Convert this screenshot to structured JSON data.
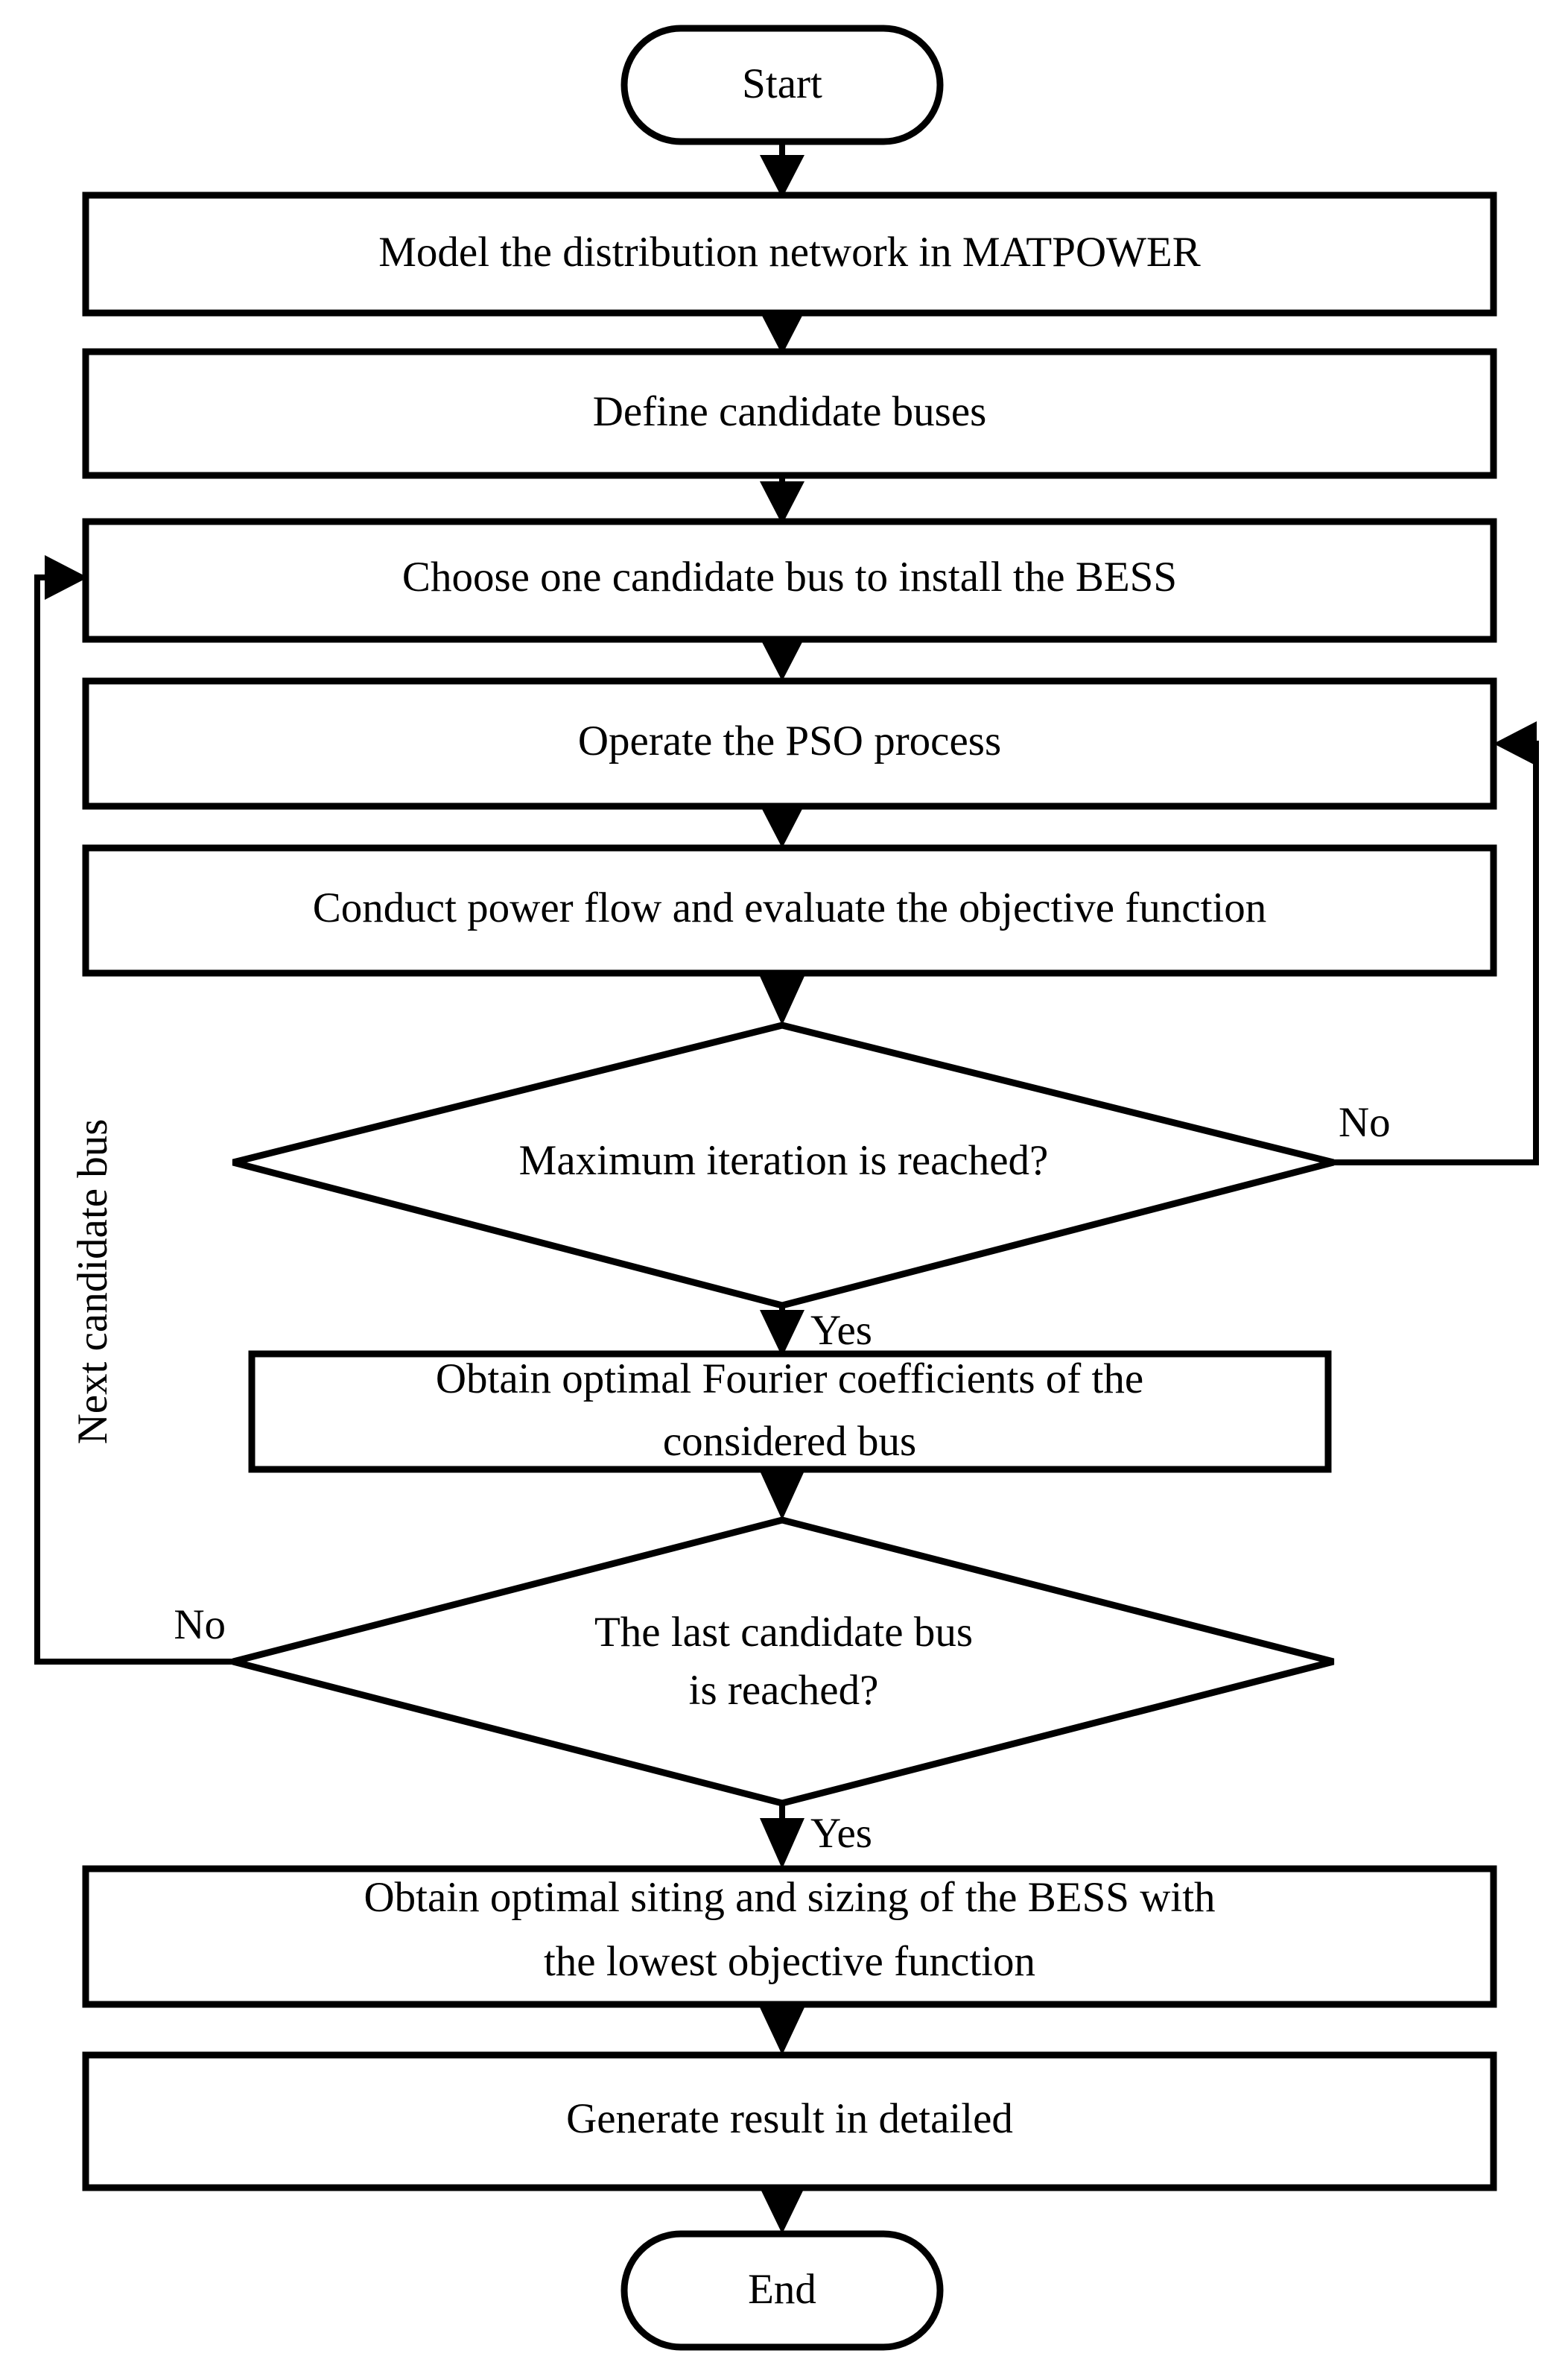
{
  "diagram": {
    "title": "BESS optimal siting and sizing flowchart",
    "type": "flowchart",
    "stroke_color": "#000000",
    "fill_color": "#ffffff",
    "nodes": [
      {
        "id": "start",
        "shape": "terminator",
        "label": "Start"
      },
      {
        "id": "model",
        "shape": "process",
        "label": "Model the distribution network in MATPOWER"
      },
      {
        "id": "define",
        "shape": "process",
        "label": "Define candidate buses"
      },
      {
        "id": "choose",
        "shape": "process",
        "label": "Choose one candidate bus to install the BESS"
      },
      {
        "id": "pso",
        "shape": "process",
        "label": "Operate the PSO process"
      },
      {
        "id": "powerflow",
        "shape": "process",
        "label": "Conduct power flow and evaluate the objective function"
      },
      {
        "id": "maxiter",
        "shape": "decision",
        "label": "Maximum iteration is reached?"
      },
      {
        "id": "fourier",
        "shape": "process",
        "label_line1": "Obtain optimal Fourier coefficients of the",
        "label_line2": "considered bus"
      },
      {
        "id": "lastbus",
        "shape": "decision",
        "label_line1": "The last candidate bus",
        "label_line2": "is reached?"
      },
      {
        "id": "optimal",
        "shape": "process",
        "label_line1": "Obtain optimal siting and sizing of the BESS with",
        "label_line2": "the lowest objective function"
      },
      {
        "id": "generate",
        "shape": "process",
        "label": "Generate result in detailed"
      },
      {
        "id": "end",
        "shape": "terminator",
        "label": "End"
      }
    ],
    "edge_labels": {
      "maxiter_no": "No",
      "maxiter_yes": "Yes",
      "lastbus_no": "No",
      "lastbus_yes": "Yes",
      "next_candidate_bus": "Next candidate bus"
    }
  }
}
